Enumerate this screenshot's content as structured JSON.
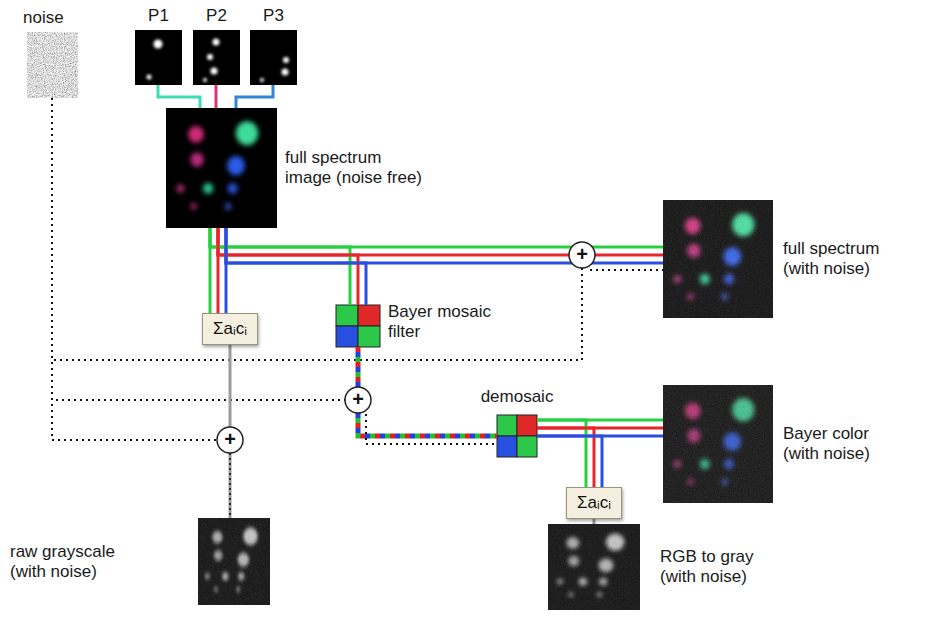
{
  "diagram": {
    "nodes": [
      {
        "text": [
          "noise"
        ]
      },
      {
        "text": [
          "P1"
        ]
      },
      {
        "text": [
          "P2"
        ]
      },
      {
        "text": [
          "P3"
        ]
      },
      {
        "text": [
          "full spectrum image (noise free)"
        ]
      },
      {
        "text": [
          "+"
        ]
      },
      {
        "text": [
          "full spectrum (with noise)"
        ]
      },
      {
        "text": [
          "Σaᵢcᵢ"
        ]
      },
      {
        "text": [
          "Bayer mosaic filter"
        ]
      },
      {
        "text": [
          "+"
        ]
      },
      {
        "text": [
          "demosaic"
        ]
      },
      {
        "text": [
          "+"
        ]
      },
      {
        "text": [
          "Bayer color (with noise)"
        ]
      },
      {
        "text": [
          "Σaᵢcᵢ"
        ]
      },
      {
        "text": [
          "raw grayscale (with noise)"
        ]
      },
      {
        "text": [
          "RGB to gray (with noise)"
        ]
      }
    ],
    "edges": [
      {
        "from": 1,
        "to": 4,
        "arrow": "none"
      },
      {
        "from": 2,
        "to": 4,
        "arrow": "none"
      },
      {
        "from": 3,
        "to": 4,
        "arrow": "none"
      },
      {
        "from": 4,
        "to": 5,
        "arrow": "none"
      },
      {
        "from": 5,
        "to": 6,
        "arrow": "none"
      },
      {
        "from": 4,
        "to": 7,
        "arrow": "none"
      },
      {
        "from": 4,
        "to": 8,
        "arrow": "none"
      },
      {
        "from": 0,
        "to": 5,
        "arrow": "none"
      },
      {
        "from": 0,
        "to": 9,
        "arrow": "none"
      },
      {
        "from": 0,
        "to": 11,
        "arrow": "none"
      },
      {
        "from": 8,
        "to": 9,
        "arrow": "none"
      },
      {
        "from": 9,
        "to": 10,
        "arrow": "none"
      },
      {
        "from": 10,
        "to": 12,
        "arrow": "none"
      },
      {
        "from": 10,
        "to": 13,
        "arrow": "none"
      },
      {
        "from": 13,
        "to": 15,
        "arrow": "none"
      },
      {
        "from": 7,
        "to": 11,
        "arrow": "none"
      },
      {
        "from": 11,
        "to": 14,
        "arrow": "none"
      }
    ]
  }
}
